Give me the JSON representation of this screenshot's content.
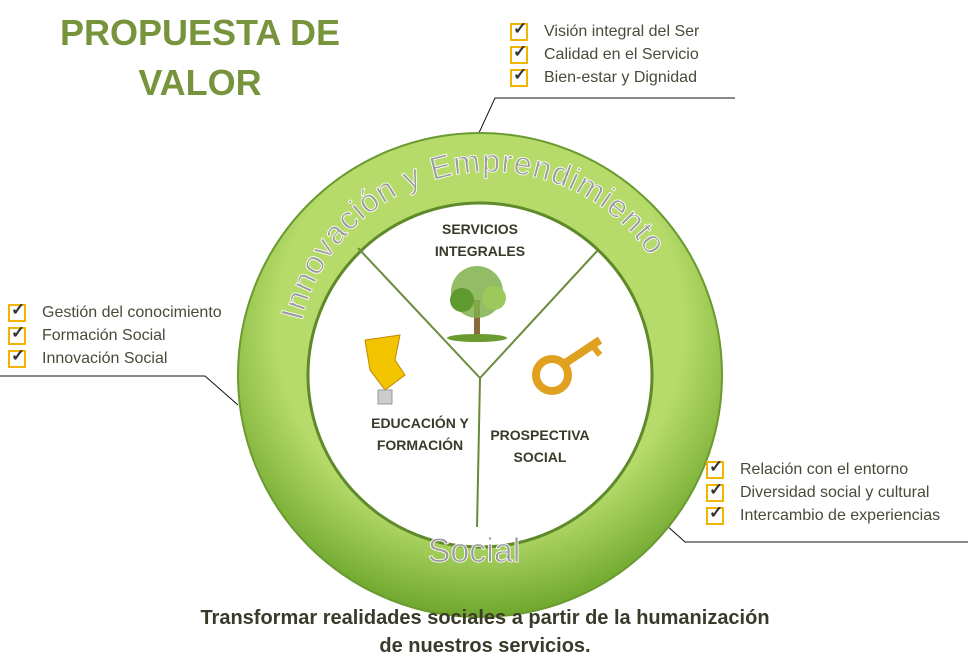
{
  "title": "PROPUESTA DE VALOR",
  "ring": {
    "top": "Innovación y Emprendimiento",
    "bottom": "Social"
  },
  "segments": {
    "top": "SERVICIOS INTEGRALES",
    "left": "EDUCACIÓN Y FORMACIÓN",
    "right": "PROSPECTIVA SOCIAL"
  },
  "lists": {
    "top": [
      "Visión integral del Ser",
      "Calidad en el Servicio",
      "Bien-estar y Dignidad"
    ],
    "left": [
      "Gestión del conocimiento",
      "Formación Social",
      "Innovación Social"
    ],
    "right": [
      "Relación con el entorno",
      "Diversidad social y cultural",
      "Intercambio de experiencias"
    ]
  },
  "footer": "Transformar realidades sociales a partir de la humanización de nuestros servicios.",
  "colors": {
    "accent": "#77933c",
    "ring": "#8dc045",
    "check": "#f2b400"
  }
}
